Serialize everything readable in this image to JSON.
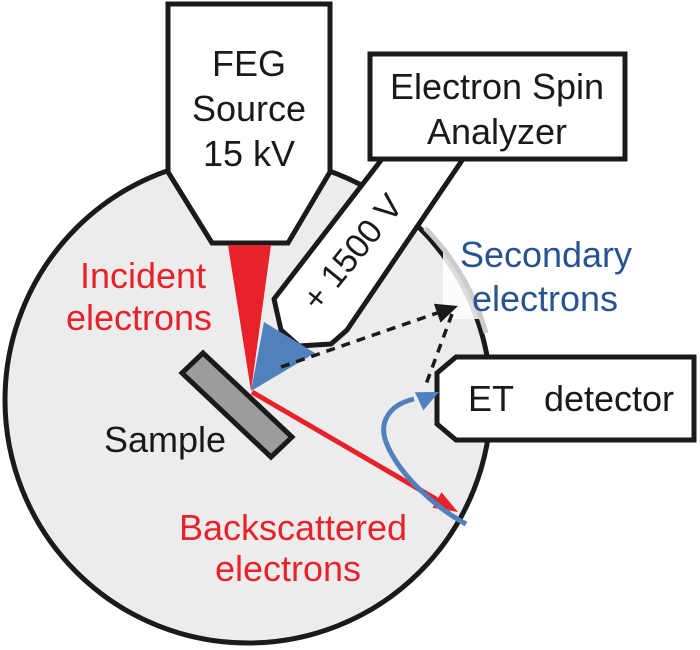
{
  "diagram": {
    "feg_source": {
      "line1": "FEG",
      "line2": "Source",
      "line3": "15 kV"
    },
    "spin_analyzer": {
      "line1": "Electron Spin",
      "line2": "Analyzer"
    },
    "tube_label": "+ 1500 V",
    "et_detector": {
      "part1": "ET",
      "part2": "detector"
    },
    "incident_label": {
      "line1": "Incident",
      "line2": "electrons"
    },
    "secondary_label": {
      "line1": "Secondary",
      "line2": "electrons"
    },
    "backscattered_label": {
      "line1": "Backscattered",
      "line2": "electrons"
    },
    "sample_label": "Sample",
    "colors": {
      "red": "#e8222a",
      "blue_arrow": "#4f81bd",
      "blue_text": "#28538e",
      "outline": "#1a1a1a",
      "chamber_fill": "#ececec",
      "sample_fill": "#9c9c9c",
      "arc_gray": "#cccccc"
    }
  }
}
